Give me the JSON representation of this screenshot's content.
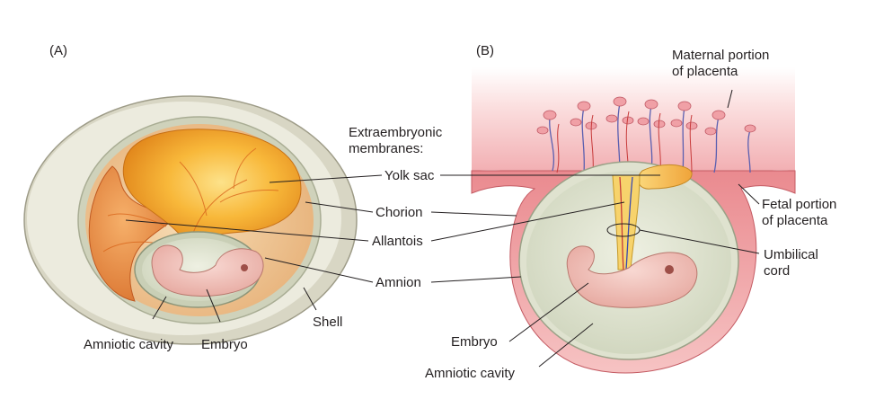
{
  "panel_a": {
    "panel_label": "(A)",
    "labels": {
      "amniotic_cavity": "Amniotic cavity",
      "embryo": "Embryo",
      "shell": "Shell"
    }
  },
  "panel_b": {
    "panel_label": "(B)",
    "labels": {
      "maternal_line1": "Maternal portion",
      "maternal_line2": "of placenta",
      "fetal_line1": "Fetal portion",
      "fetal_line2": "of placenta",
      "umbilical_line1": "Umbilical",
      "umbilical_line2": "cord",
      "embryo": "Embryo",
      "amniotic_cavity": "Amniotic cavity"
    }
  },
  "shared": {
    "heading_line1": "Extraembryonic",
    "heading_line2": "membranes:",
    "yolk_sac": "Yolk sac",
    "chorion": "Chorion",
    "allantois": "Allantois",
    "amnion": "Amnion"
  }
}
